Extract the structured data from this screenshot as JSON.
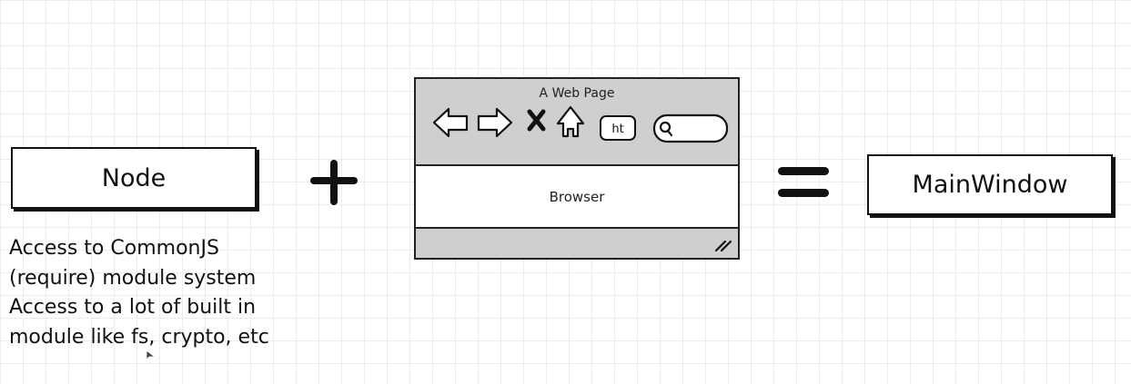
{
  "node": {
    "label": "Node"
  },
  "main_window": {
    "label": "MainWindow"
  },
  "browser": {
    "title": "A Web Page",
    "content_label": "Browser",
    "address_text": "ht"
  },
  "description": {
    "lines": [
      "Access to CommonJS",
      "(require) module system",
      "Access to a lot of built in",
      "module like fs, crypto, etc"
    ]
  },
  "icons": [
    "plus-icon",
    "equals-icon",
    "back-arrow-icon",
    "forward-arrow-icon",
    "stop-icon",
    "home-icon",
    "search-icon",
    "resize-grip-icon",
    "pointer-cursor-icon"
  ]
}
